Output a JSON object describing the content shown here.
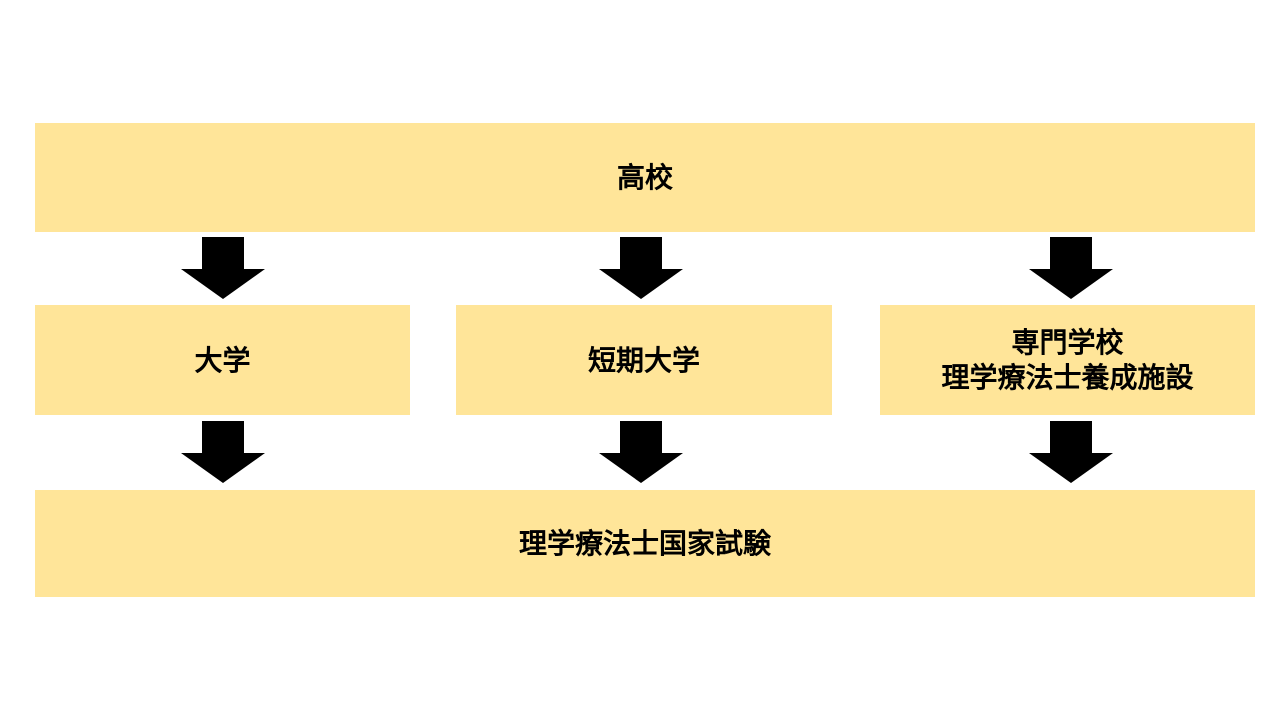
{
  "diagram": {
    "title": "physical-therapist-pathway-flowchart",
    "row1": {
      "highschool_label": "高校"
    },
    "row2": {
      "university_label": "大学",
      "junior_college_label": "短期大学",
      "vocational_school_line1": "専門学校",
      "vocational_school_line2": "理学療法士養成施設"
    },
    "row3": {
      "national_exam_label": "理学療法士国家試験"
    }
  },
  "colors": {
    "box_fill": "#FFE599",
    "arrow": "#000000",
    "text": "#000000",
    "background": "#FFFFFF"
  }
}
